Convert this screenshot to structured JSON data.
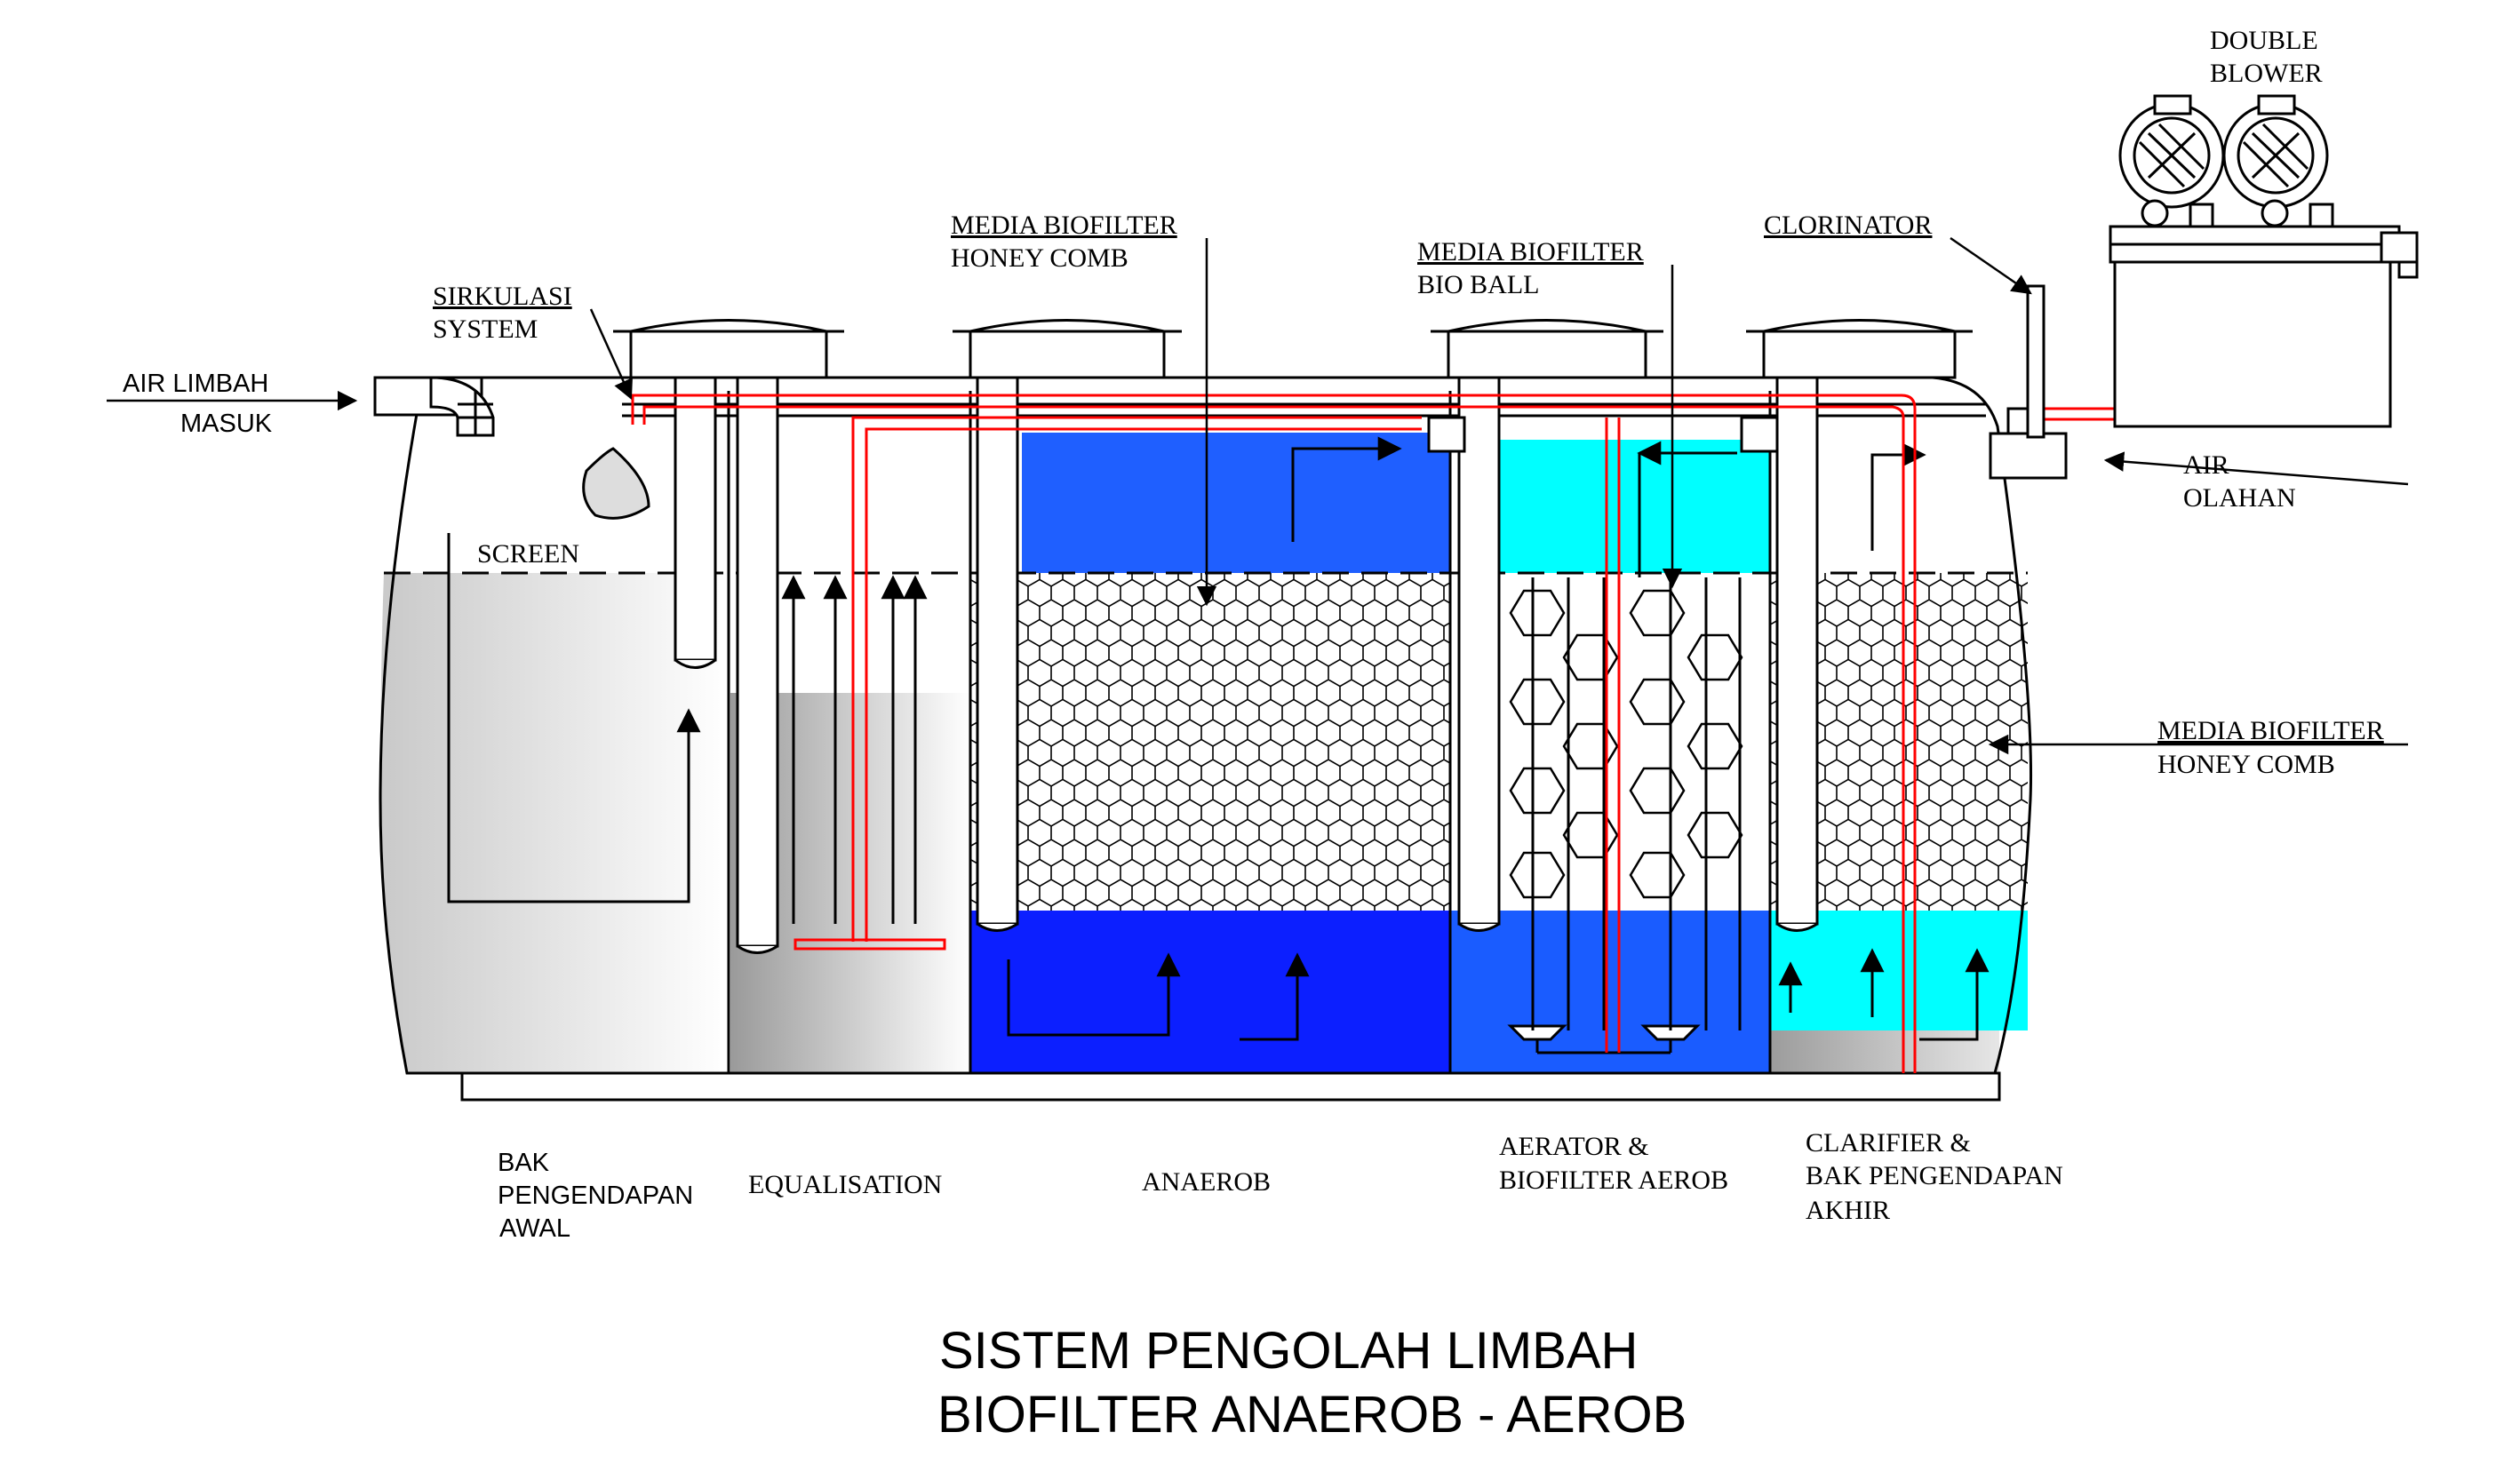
{
  "title": {
    "line1": "SISTEM PENGOLAH LIMBAH",
    "line2": "BIOFILTER ANAEROB - AEROB"
  },
  "labels": {
    "inlet_1": "AIR LIMBAH",
    "inlet_2": "MASUK",
    "sirkulasi_1": "SIRKULASI",
    "sirkulasi_2": "SYSTEM",
    "screen": "SCREEN",
    "media_hc_top_1": "MEDIA BIOFILTER",
    "media_hc_top_2": "HONEY COMB",
    "media_bb_1": "MEDIA BIOFILTER",
    "media_bb_2": "BIO BALL",
    "clorinator": "CLORINATOR",
    "blower_1": "DOUBLE",
    "blower_2": "BLOWER",
    "outlet_1": "AIR",
    "outlet_2": "OLAHAN",
    "media_hc_right_1": "MEDIA BIOFILTER",
    "media_hc_right_2": "HONEY COMB"
  },
  "compartments": {
    "bak_1": "BAK",
    "bak_2": "PENGENDAPAN",
    "bak_3": "AWAL",
    "equalisation": "EQUALISATION",
    "anaerob": "ANAEROB",
    "aerator_1": "AERATOR &",
    "aerator_2": "BIOFILTER AEROB",
    "clarifier_1": "CLARIFIER &",
    "clarifier_2": "BAK PENGENDAPAN",
    "clarifier_3": "AKHIR"
  },
  "colors": {
    "outline": "#000000",
    "pipe_red": "#ff0000",
    "blue_mid": "#1f5fff",
    "blue_deep": "#0c1fff",
    "cyan": "#00ffff",
    "sludge_grey": "#c8c8c8"
  }
}
